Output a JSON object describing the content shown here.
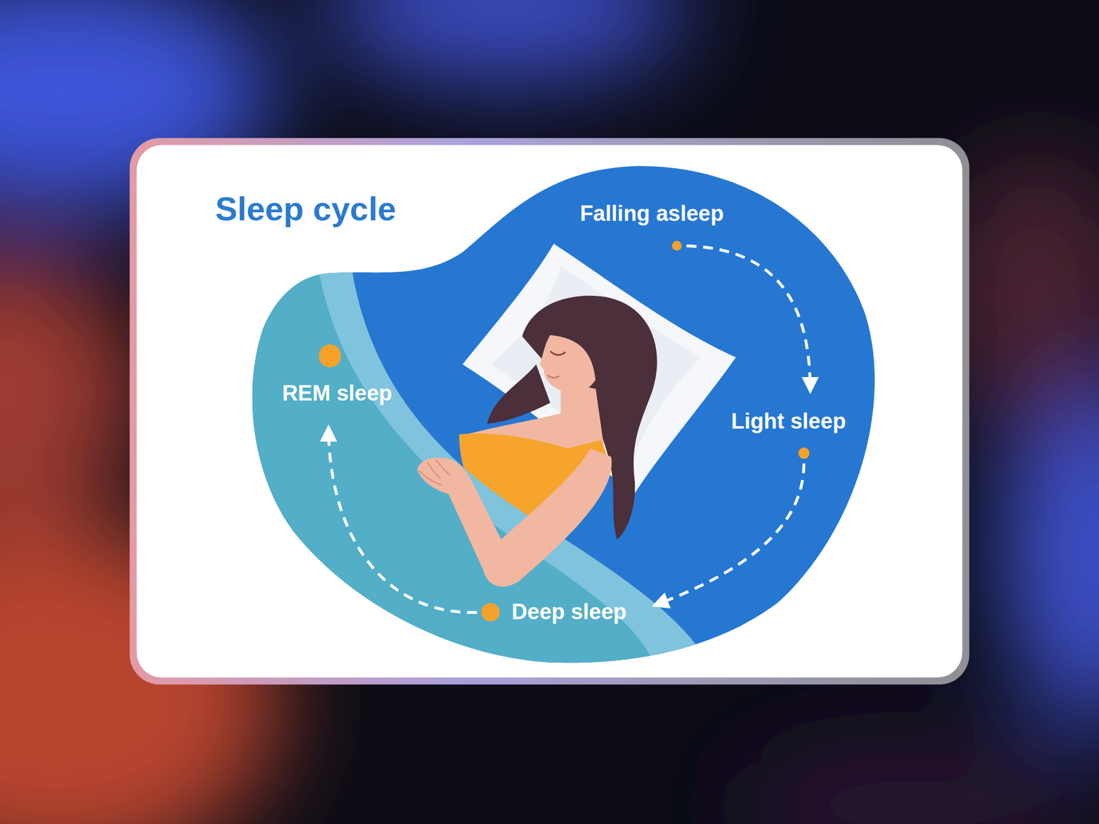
{
  "diagram": {
    "title": "Sleep cycle",
    "nodes": [
      {
        "text": [
          "Falling asleep"
        ]
      },
      {
        "text": [
          "Light sleep"
        ]
      },
      {
        "text": [
          "Deep sleep"
        ]
      },
      {
        "text": [
          "REM sleep"
        ]
      }
    ],
    "edges": [
      {
        "from": 0,
        "to": 1,
        "arrow": "to"
      },
      {
        "from": 1,
        "to": 2,
        "arrow": "to"
      },
      {
        "from": 2,
        "to": 3,
        "arrow": "to"
      }
    ]
  }
}
